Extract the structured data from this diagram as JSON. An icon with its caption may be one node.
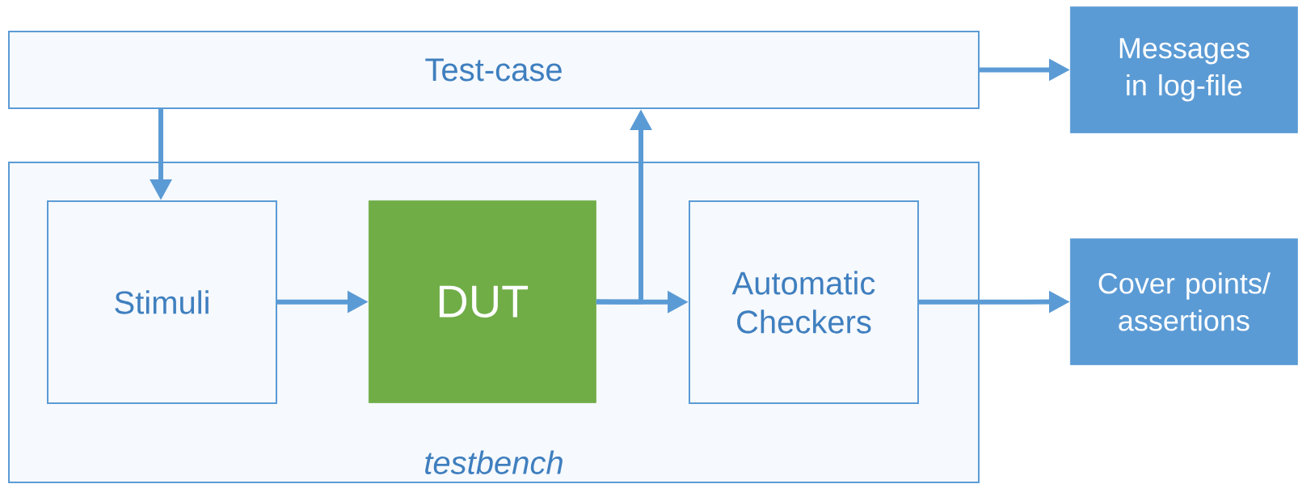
{
  "diagram": {
    "nodes": [
      {
        "text": [
          "Test-case"
        ]
      },
      {
        "text": [
          "testbench"
        ]
      },
      {
        "text": [
          "Stimuli"
        ],
        "in": 1
      },
      {
        "text": [
          "DUT"
        ],
        "in": 1
      },
      {
        "text": [
          "Automatic Checkers"
        ],
        "in": 1
      },
      {
        "text": [
          "Messages in log-file"
        ]
      },
      {
        "text": [
          "Cover points/ assertions"
        ]
      }
    ],
    "edges": [
      {
        "from": 0,
        "to": 2,
        "arrow": "to"
      },
      {
        "from": 2,
        "to": 3,
        "arrow": "to"
      },
      {
        "from": 3,
        "to": 4,
        "arrow": "to"
      },
      {
        "from": 3,
        "to": 0,
        "arrow": "to"
      },
      {
        "from": 0,
        "to": 5,
        "arrow": "to"
      },
      {
        "from": 4,
        "to": 6,
        "arrow": "to"
      }
    ]
  }
}
